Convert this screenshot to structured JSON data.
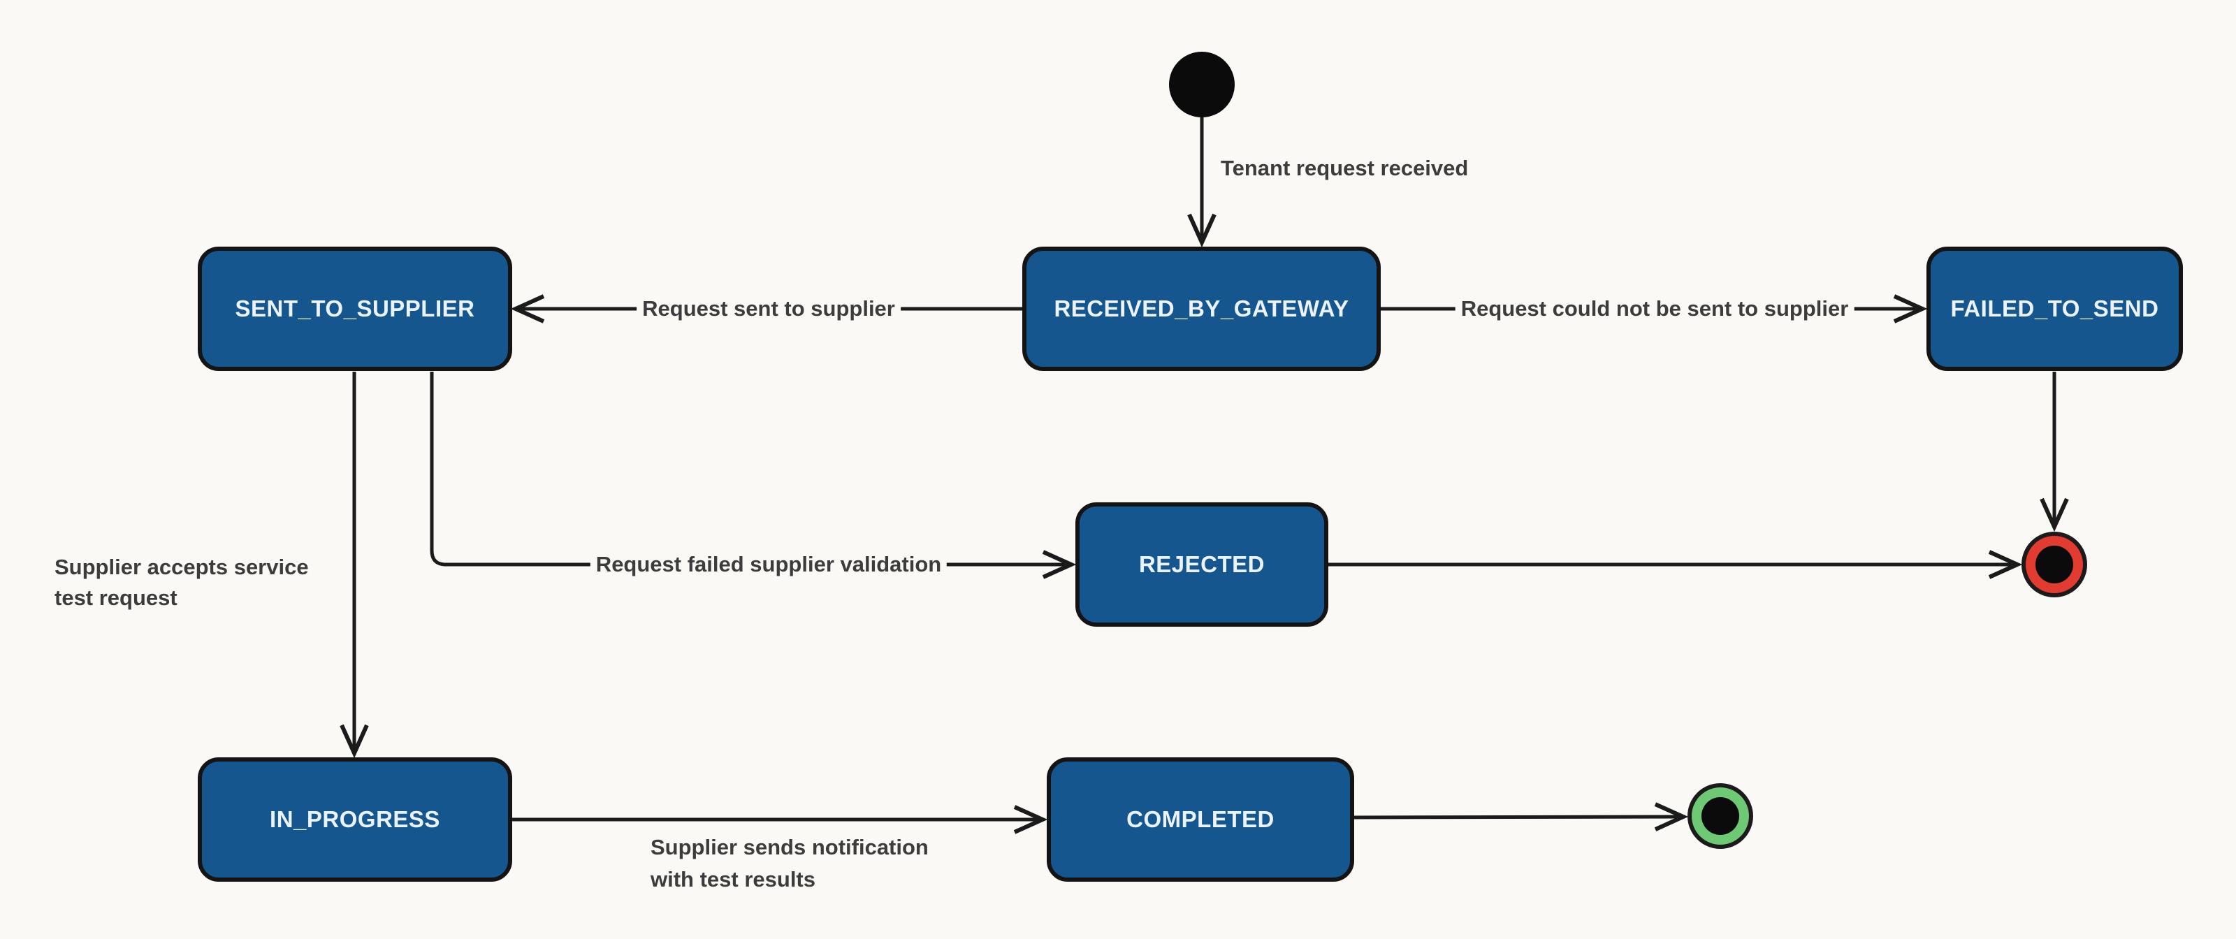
{
  "diagram": {
    "type": "state-machine",
    "description": "Service test request lifecycle state diagram"
  },
  "colors": {
    "state_fill": "#15568F",
    "state_border": "#141414",
    "state_text": "#EAF3FB",
    "edge_color": "#1B1B1B",
    "edge_label_color": "#3C3C3C",
    "background": "#FAF9F5",
    "initial_node": "#0B0B0B",
    "failure_node_ring": "#E23B30",
    "success_node_ring": "#6FC873",
    "final_node_core": "#0B0B0B"
  },
  "states": [
    {
      "id": "sent_to_supplier",
      "label": "SENT_TO_SUPPLIER"
    },
    {
      "id": "received_by_gateway",
      "label": "RECEIVED_BY_GATEWAY"
    },
    {
      "id": "failed_to_send",
      "label": "FAILED_TO_SEND"
    },
    {
      "id": "rejected",
      "label": "REJECTED"
    },
    {
      "id": "in_progress",
      "label": "IN_PROGRESS"
    },
    {
      "id": "completed",
      "label": "COMPLETED"
    }
  ],
  "special_nodes": [
    {
      "id": "initial",
      "kind": "initial-state",
      "color": "#0B0B0B"
    },
    {
      "id": "final_failure",
      "kind": "final-state-failure",
      "color": "#E23B30"
    },
    {
      "id": "final_success",
      "kind": "final-state-success",
      "color": "#6FC873"
    }
  ],
  "edges": [
    {
      "from": "initial",
      "to": "received_by_gateway",
      "label": "Tenant request received"
    },
    {
      "from": "received_by_gateway",
      "to": "sent_to_supplier",
      "label": "Request sent to supplier"
    },
    {
      "from": "received_by_gateway",
      "to": "failed_to_send",
      "label": "Request could not be sent to supplier"
    },
    {
      "from": "sent_to_supplier",
      "to": "in_progress",
      "label": "Supplier accepts service\ntest request"
    },
    {
      "from": "sent_to_supplier",
      "to": "rejected",
      "label": "Request failed supplier validation"
    },
    {
      "from": "rejected",
      "to": "final_failure",
      "label": ""
    },
    {
      "from": "failed_to_send",
      "to": "final_failure",
      "label": ""
    },
    {
      "from": "in_progress",
      "to": "completed",
      "label": "Supplier sends notification\nwith test results"
    },
    {
      "from": "completed",
      "to": "final_success",
      "label": ""
    }
  ]
}
